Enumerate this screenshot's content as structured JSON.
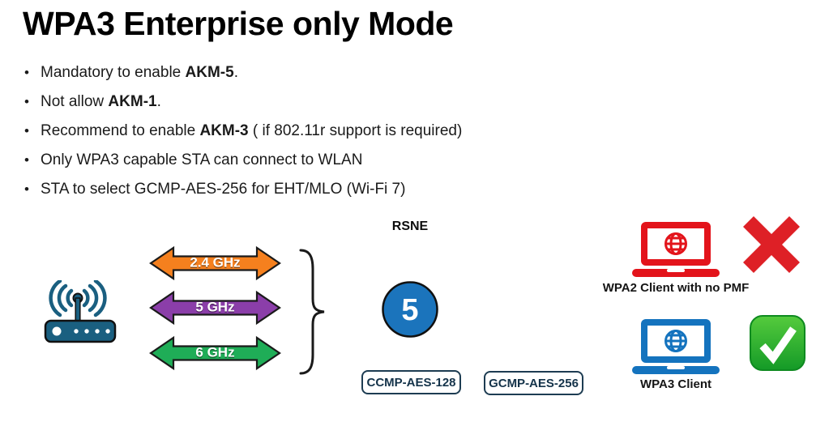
{
  "title": "WPA3 Enterprise only Mode",
  "bullet_char": "•",
  "bullets": [
    {
      "pre": "Mandatory to enable ",
      "bold": "AKM-5",
      "post": "."
    },
    {
      "pre": "Not allow ",
      "bold": "AKM-1",
      "post": "."
    },
    {
      "pre": "Recommend to enable ",
      "bold": "AKM-3",
      "post": " ( if 802.11r support is required)"
    },
    {
      "pre": "Only WPA3 capable STA can connect to WLAN",
      "bold": "",
      "post": ""
    },
    {
      "pre": "STA to select GCMP-AES-256 for EHT/MLO (Wi-Fi 7)",
      "bold": "",
      "post": ""
    }
  ],
  "diagram": {
    "router_color": "#1a5f80",
    "bands": [
      {
        "label": "2.4 GHz",
        "color": "#f5801e"
      },
      {
        "label": "5 GHz",
        "color": "#8b3ea9"
      },
      {
        "label": "6 GHz",
        "color": "#1fad57"
      }
    ],
    "rsne_label": "RSNE",
    "akm_value": "5",
    "akm_circle_color": "#1b74bc",
    "ciphers": [
      "CCMP-AES-128",
      "GCMP-AES-256"
    ]
  },
  "clients": [
    {
      "label": "WPA2 Client with no PMF",
      "laptop_color": "#e3141b",
      "status": "rejected"
    },
    {
      "label": "WPA3 Client",
      "laptop_color": "#1473be",
      "status": "allowed"
    }
  ],
  "status_colors": {
    "cross_red": "#de2026",
    "check_green_top": "#55cb3d",
    "check_green_bottom": "#149a27",
    "check_border": "#0e8a20"
  },
  "icons": {
    "router": "wifi-router",
    "client_device": "laptop-globe",
    "rejected": "cross-mark",
    "allowed": "check-mark-button",
    "grouping": "curly-brace"
  }
}
